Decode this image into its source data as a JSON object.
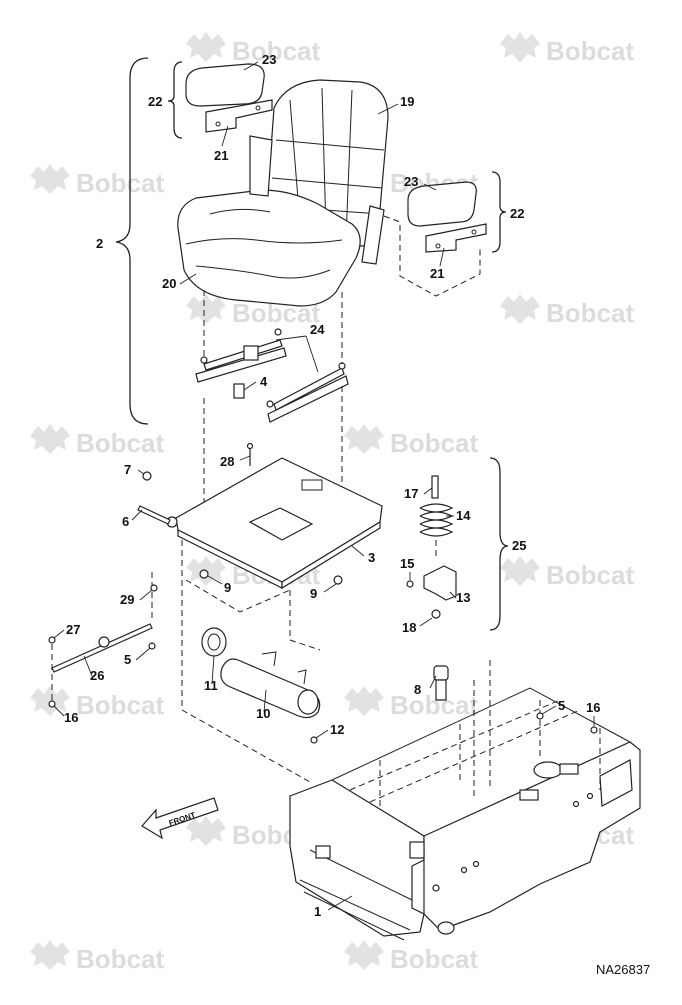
{
  "watermark": {
    "text": "Bobcat",
    "logo_icon": "bobcat-logo-icon",
    "color": "#dcdcdc"
  },
  "drawing_ref": "NA26837",
  "direction_label": "FRONT",
  "callouts": {
    "c1": "1",
    "c2": "2",
    "c3": "3",
    "c4": "4",
    "c5a": "5",
    "c5b": "5",
    "c6": "6",
    "c7": "7",
    "c8": "8",
    "c9a": "9",
    "c9b": "9",
    "c10": "10",
    "c11": "11",
    "c12": "12",
    "c13": "13",
    "c14": "14",
    "c15": "15",
    "c16a": "16",
    "c16b": "16",
    "c17": "17",
    "c18": "18",
    "c19": "19",
    "c20": "20",
    "c21a": "21",
    "c21b": "21",
    "c22a": "22",
    "c22b": "22",
    "c23a": "23",
    "c23b": "23",
    "c24": "24",
    "c25": "25",
    "c26": "26",
    "c27": "27",
    "c28": "28",
    "c29": "29"
  }
}
